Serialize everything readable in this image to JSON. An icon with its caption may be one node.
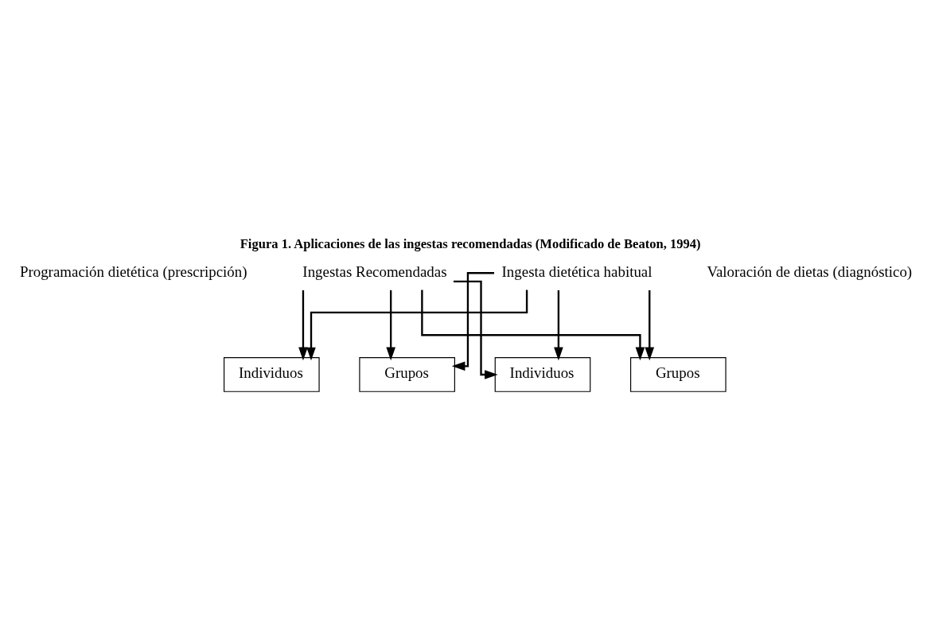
{
  "diagram": {
    "title": "Figura 1. Aplicaciones de las ingestas recomendadas (Modificado de Beaton, 1994)",
    "nodes": [
      {
        "text": [
          "Ingestas Recomendadas"
        ]
      },
      {
        "text": [
          "Ingesta dietética habitual"
        ]
      },
      {
        "text": [
          "Individuos"
        ]
      },
      {
        "text": [
          "Grupos"
        ]
      },
      {
        "text": [
          "Individuos"
        ]
      },
      {
        "text": [
          "Grupos"
        ]
      }
    ],
    "edges": [
      {
        "from": 0,
        "to": 2,
        "arrow": "to"
      },
      {
        "from": 0,
        "to": 3,
        "arrow": "to"
      },
      {
        "from": 0,
        "to": 4,
        "arrow": "to"
      },
      {
        "from": 0,
        "to": 5,
        "arrow": "to"
      },
      {
        "from": 1,
        "to": 2,
        "arrow": "to"
      },
      {
        "from": 1,
        "to": 3,
        "arrow": "to"
      },
      {
        "from": 1,
        "to": 4,
        "arrow": "to"
      },
      {
        "from": 1,
        "to": 5,
        "arrow": "to"
      }
    ],
    "labels": [
      "Programación dietética (prescripción)",
      "Valoración de dietas (diagnóstico)"
    ]
  }
}
